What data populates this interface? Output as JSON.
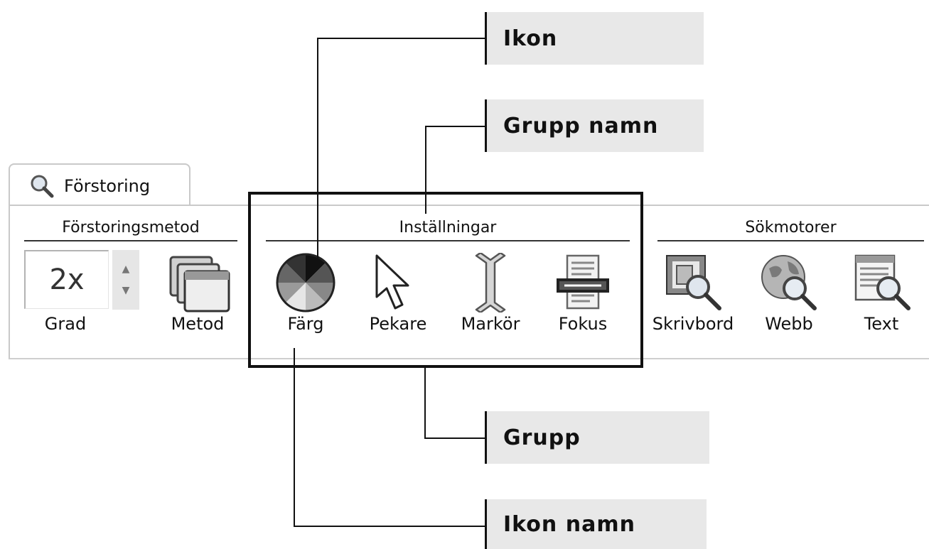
{
  "tab": {
    "label": "Förstoring",
    "icon": "magnifier-icon"
  },
  "groups": {
    "forstoringsmetod": {
      "title": "Förstoringsmetod",
      "grade": {
        "value": "2x",
        "label": "Grad"
      },
      "method": {
        "label": "Metod",
        "icon": "windows-stack-icon"
      }
    },
    "installningar": {
      "title": "Inställningar",
      "items": [
        {
          "label": "Färg",
          "icon": "color-wheel-icon"
        },
        {
          "label": "Pekare",
          "icon": "pointer-icon"
        },
        {
          "label": "Markör",
          "icon": "text-cursor-icon"
        },
        {
          "label": "Fokus",
          "icon": "focus-icon"
        }
      ]
    },
    "sokmotorer": {
      "title": "Sökmotorer",
      "items": [
        {
          "label": "Skrivbord",
          "icon": "desktop-search-icon"
        },
        {
          "label": "Webb",
          "icon": "web-search-icon"
        },
        {
          "label": "Text",
          "icon": "text-search-icon"
        }
      ]
    }
  },
  "callouts": {
    "ikon": "Ikon",
    "grupp_namn": "Grupp namn",
    "grupp": "Grupp",
    "ikon_namn": "Ikon namn"
  }
}
